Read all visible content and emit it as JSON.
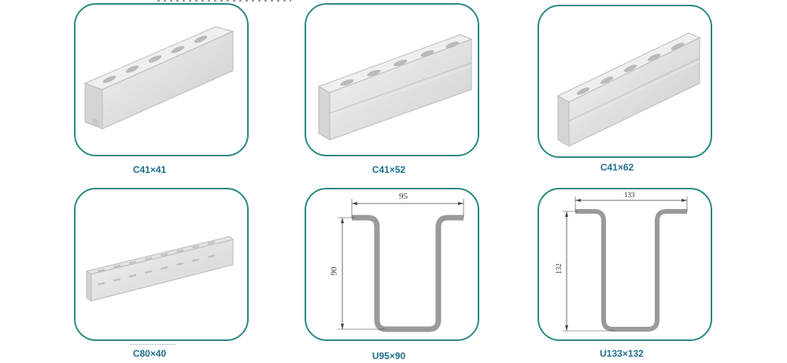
{
  "products": [
    {
      "caption": "C41×41"
    },
    {
      "caption": "C41×52"
    },
    {
      "caption": "C41×62"
    },
    {
      "caption": "C80×40"
    },
    {
      "caption": "U95×90",
      "dim_width": "95",
      "dim_height": "90"
    },
    {
      "caption": "U133×132",
      "dim_width": "133",
      "dim_height": "132"
    }
  ],
  "colors": {
    "frame": "#2a8a84",
    "caption": "#1f6f8b",
    "steel": "#d9dcdb",
    "profile": "#9a9a9a"
  }
}
